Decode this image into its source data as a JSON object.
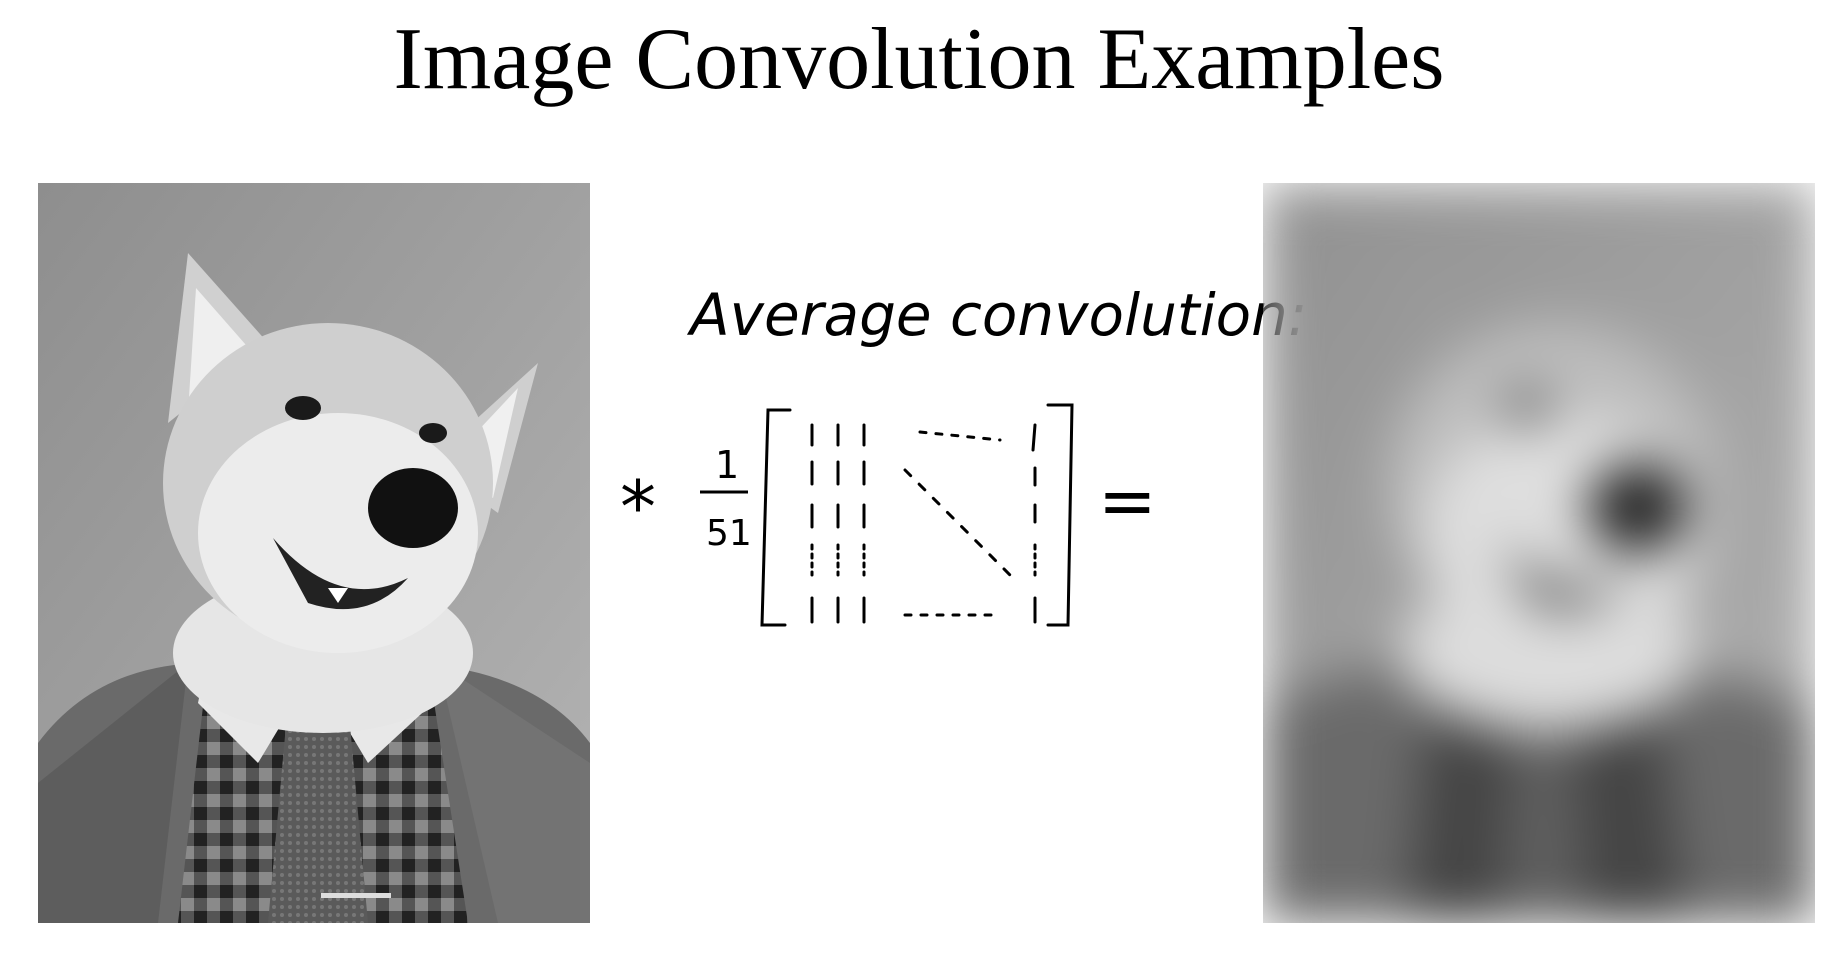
{
  "title": "Image Convolution Examples",
  "formula": {
    "caption": "Average convolution:",
    "operator": "*",
    "numerator": "1",
    "denominator": "51",
    "equals": "="
  },
  "images": {
    "input": "dog-in-suit-photo",
    "output": "blurred-dog-in-suit-photo"
  },
  "colors": {
    "background": "#ffffff",
    "ink": "#000000"
  }
}
